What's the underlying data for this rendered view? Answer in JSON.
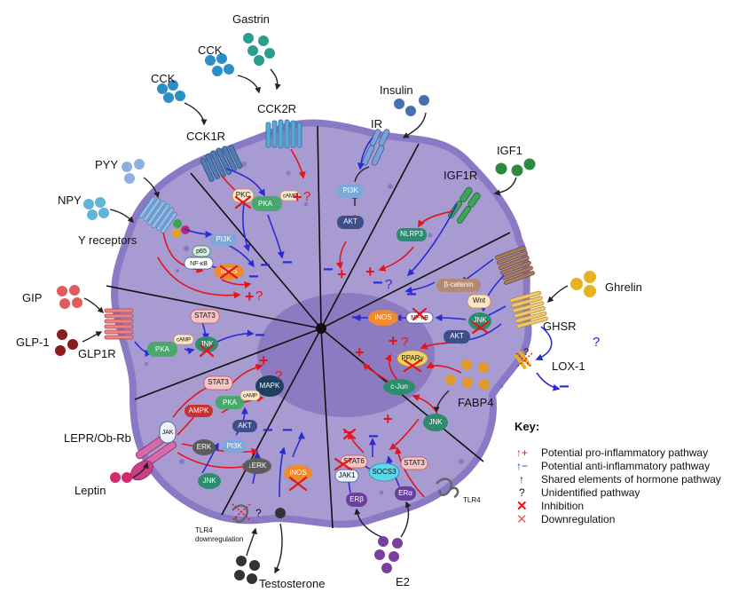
{
  "hormones": {
    "gastrin": "Gastrin",
    "cck_a": "CCK",
    "cck_b": "CCK",
    "insulin": "Insulin",
    "igf1": "IGF1",
    "pyy": "PYY",
    "npy": "NPY",
    "gip": "GIP",
    "glp1": "GLP-1",
    "ghrelin": "Ghrelin",
    "leptin": "Leptin",
    "testosterone": "Testosterone",
    "e2": "E2"
  },
  "receptors": {
    "cck2r": "CCK2R",
    "cck1r": "CCK1R",
    "ir": "IR",
    "igf1r": "IGF1R",
    "y_receptors": "Y receptors",
    "glp1r": "GLP1R",
    "ghsr": "GHSR",
    "lox1": "LOX-1",
    "fabp4": "FABP4",
    "lepr": "LEPR/Ob-Rb",
    "tlr4": "TLR4",
    "tlr4_down": "TLR4",
    "tlr4_down2": "downregulation"
  },
  "molecules": {
    "pkc": "PKC",
    "pka_cck": "PKA",
    "camp_cck": "cAMP",
    "pi3k_ir": "PI3K",
    "akt_ir": "AKT",
    "nlrp3": "NLRP3",
    "pi3k_y": "PI3K",
    "p65": "p65",
    "nfkb_y": "NF-κB",
    "inos_y": "iNOS",
    "beta_catenin": "β-catenin",
    "wnt": "Wnt",
    "stat3_glp": "STAT3",
    "pka_glp": "PKA",
    "camp_glp": "cAMP",
    "jnk_glp": "JNK",
    "inos_gh": "iNOS",
    "nfkb_gh": "NF-κB",
    "jnk_gh": "JNK",
    "akt_gh": "AKT",
    "ppar": "PPARγ",
    "cjun": "c-Jun",
    "jnk_fabp": "JNK",
    "stat3_lep": "STAT3",
    "mapk": "MAPK",
    "ampk": "AMPK",
    "pka_lep": "PKA",
    "camp_lep": "cAMP",
    "jak_lep": "JAK",
    "akt_lep": "AKT",
    "erk_lep": "ERK",
    "pi3k_lep": "PI3K",
    "jnk_lep": "JNK",
    "erk_t": "↓ERK",
    "inos_t": "iNOS",
    "stat6": "STAT6",
    "jak1": "JAK1",
    "socs3": "SOCS3",
    "stat3_e2": "STAT3",
    "erb": "ERβ",
    "era": "ERα"
  },
  "key": {
    "title": "Key:",
    "items": [
      {
        "symbol": "↑+",
        "label": "Potential pro-inflammatory pathway",
        "color": "#e3141a"
      },
      {
        "symbol": "↑−",
        "label": "Potential anti-inflammatory pathway",
        "color": "#2b2bd6"
      },
      {
        "symbol": "↑",
        "label": "Shared elements of hormone pathway",
        "color": "#111111"
      },
      {
        "symbol": "?",
        "label": "Unidentified pathway",
        "color": "#111111"
      },
      {
        "symbol": "✕",
        "label": "Inhibition",
        "color": "#e3141a"
      },
      {
        "symbol": "✕",
        "label": "Downregulation",
        "color": "#e3141a"
      }
    ]
  },
  "colors": {
    "cell": "#a79bd2",
    "cell_edge": "#8a79c4",
    "nucleus": "#8a78bf",
    "pro": "#e3141a",
    "anti": "#2b2bd6"
  }
}
